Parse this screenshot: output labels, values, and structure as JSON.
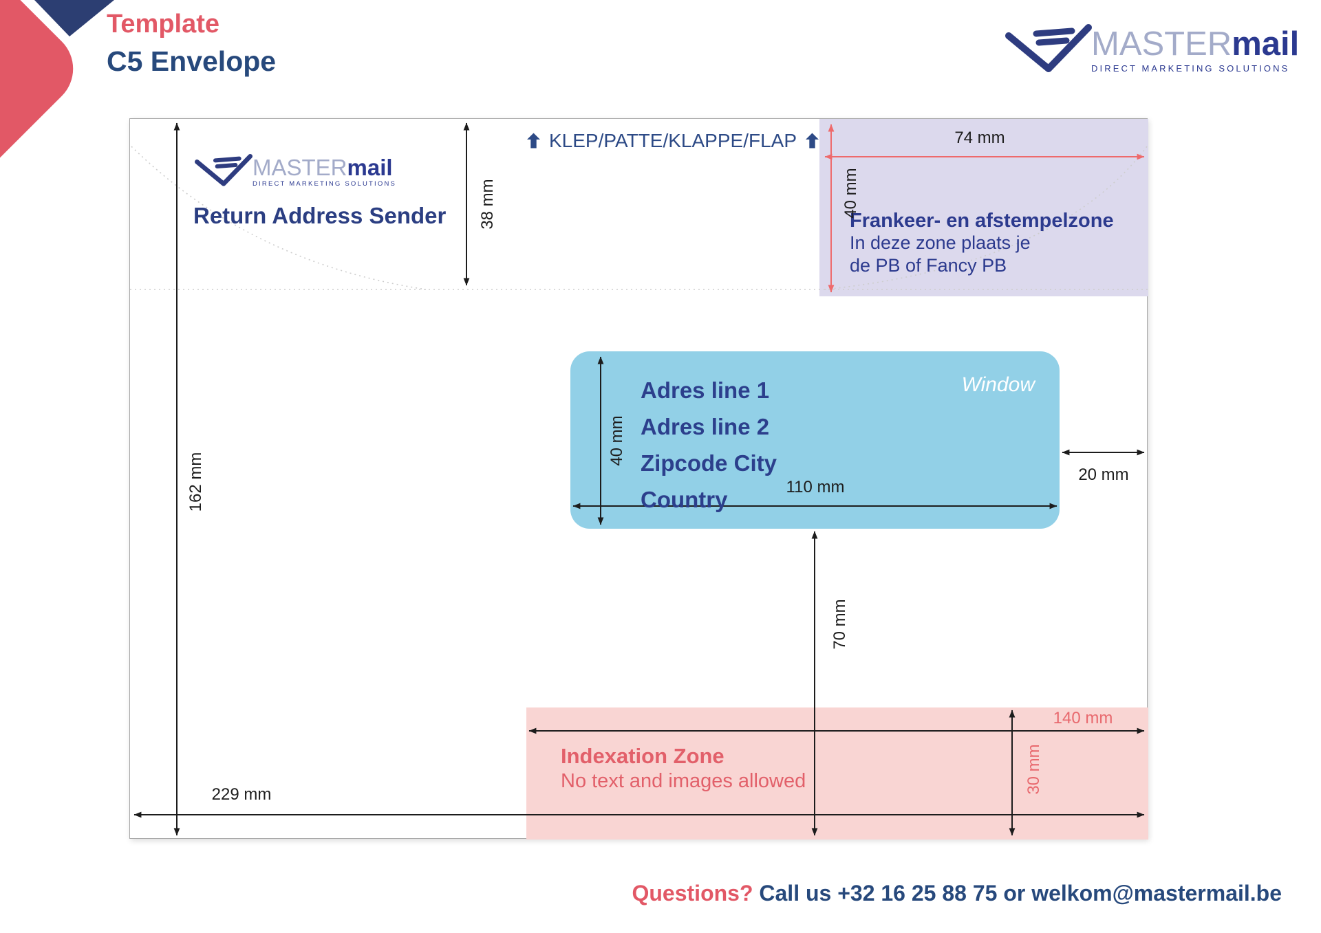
{
  "header": {
    "eyebrow": "Template",
    "title": "C5 Envelope"
  },
  "brand": {
    "name_primary": "MASTER",
    "name_secondary": "mail",
    "tagline": "DIRECT MARKETING SOLUTIONS"
  },
  "envelope": {
    "flap_label": "KLEP/PATTE/KLAPPE/FLAP",
    "return_address": "Return Address Sender",
    "franking_zone": {
      "title": "Frankeer- en afstempelzone",
      "line1": "In deze zone plaats je",
      "line2": "de PB of Fancy PB"
    },
    "window": {
      "label": "Window",
      "address_lines": [
        "Adres line 1",
        "Adres line 2",
        "Zipcode City",
        "Country"
      ]
    },
    "indexation_zone": {
      "title": "Indexation Zone",
      "subtitle": "No text and images allowed"
    }
  },
  "dimensions": {
    "envelope_width": "229 mm",
    "envelope_height": "162 mm",
    "flap_height": "38 mm",
    "franking_width": "74 mm",
    "franking_height": "40 mm",
    "window_width": "110 mm",
    "window_height": "40 mm",
    "window_right_margin": "20 mm",
    "window_bottom_offset": "70 mm",
    "indexation_width": "140 mm",
    "indexation_height": "30 mm"
  },
  "footer": {
    "question": "Questions?",
    "contact": "Call us +32 16 25 88 75 or welkom@mastermail.be"
  },
  "colors": {
    "accent_red": "#e25866",
    "navy": "#2b3f80",
    "logo_gray_blue": "#a3abc9",
    "franking_purple": "#dcd9ed",
    "window_blue": "#92d0e7",
    "indexation_pink": "#f9d5d3",
    "dimension_red": "#ee6a6c"
  }
}
